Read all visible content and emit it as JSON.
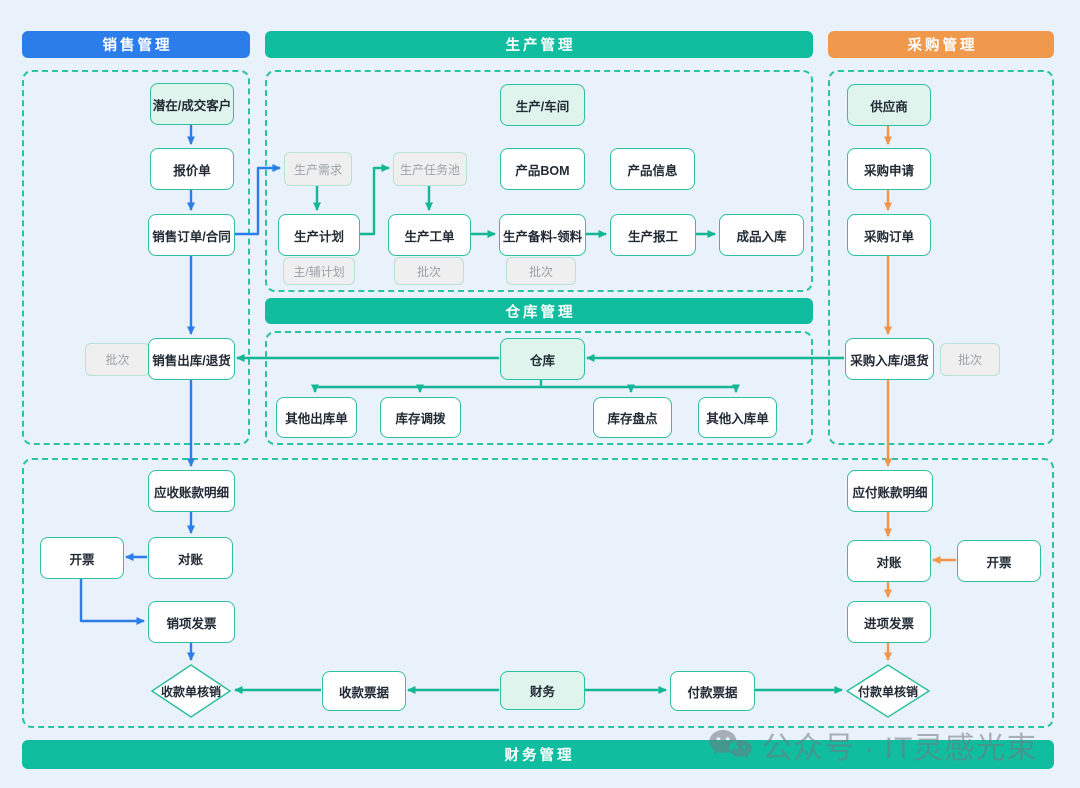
{
  "headers": {
    "sales": "销售管理",
    "production": "生产管理",
    "purchase": "采购管理",
    "warehouse": "仓库管理",
    "finance": "财务管理"
  },
  "sales": {
    "customer": "潜在/成交客户",
    "quote": "报价单",
    "order": "销售订单/合同",
    "batch": "批次",
    "outbound": "销售出库/退货"
  },
  "production": {
    "workshop": "生产/车间",
    "demand": "生产需求",
    "task_pool": "生产任务池",
    "bom": "产品BOM",
    "product_info": "产品信息",
    "plan": "生产计划",
    "plan_aux": "主/辅计划",
    "work_order": "生产工单",
    "work_order_batch": "批次",
    "material": "生产备料-领料",
    "material_batch": "批次",
    "report": "生产报工",
    "finished_inbound": "成品入库"
  },
  "warehouse": {
    "store": "仓库",
    "other_outbound": "其他出库单",
    "transfer": "库存调拨",
    "stocktake": "库存盘点",
    "other_inbound": "其他入库单"
  },
  "purchase": {
    "supplier": "供应商",
    "request": "采购申请",
    "order": "采购订单",
    "inbound": "采购入库/退货",
    "batch": "批次"
  },
  "finance": {
    "receivable": "应收账款明细",
    "recon_left": "对账",
    "invoice_left": "开票",
    "sales_invoice": "销项发票",
    "receipt_writeoff": "收款单核销",
    "receipt_note": "收款票据",
    "dept": "财务",
    "payment_note": "付款票据",
    "payment_writeoff": "付款单核销",
    "payable": "应付账款明细",
    "recon_right": "对账",
    "invoice_right": "开票",
    "input_invoice": "进项发票"
  },
  "watermark": {
    "text": "公众号 · IT灵感光束"
  },
  "colors": {
    "sales_header": "#2b7de9",
    "production_header": "#10bd9e",
    "purchase_header": "#f0984c",
    "warehouse_header": "#10bd9e",
    "finance_header": "#10bd9e",
    "arrow_blue": "#2b7de9",
    "arrow_green": "#14b795",
    "arrow_orange": "#f0954a",
    "dashed_border": "#2ac3a4",
    "background": "#e9f1fa"
  }
}
